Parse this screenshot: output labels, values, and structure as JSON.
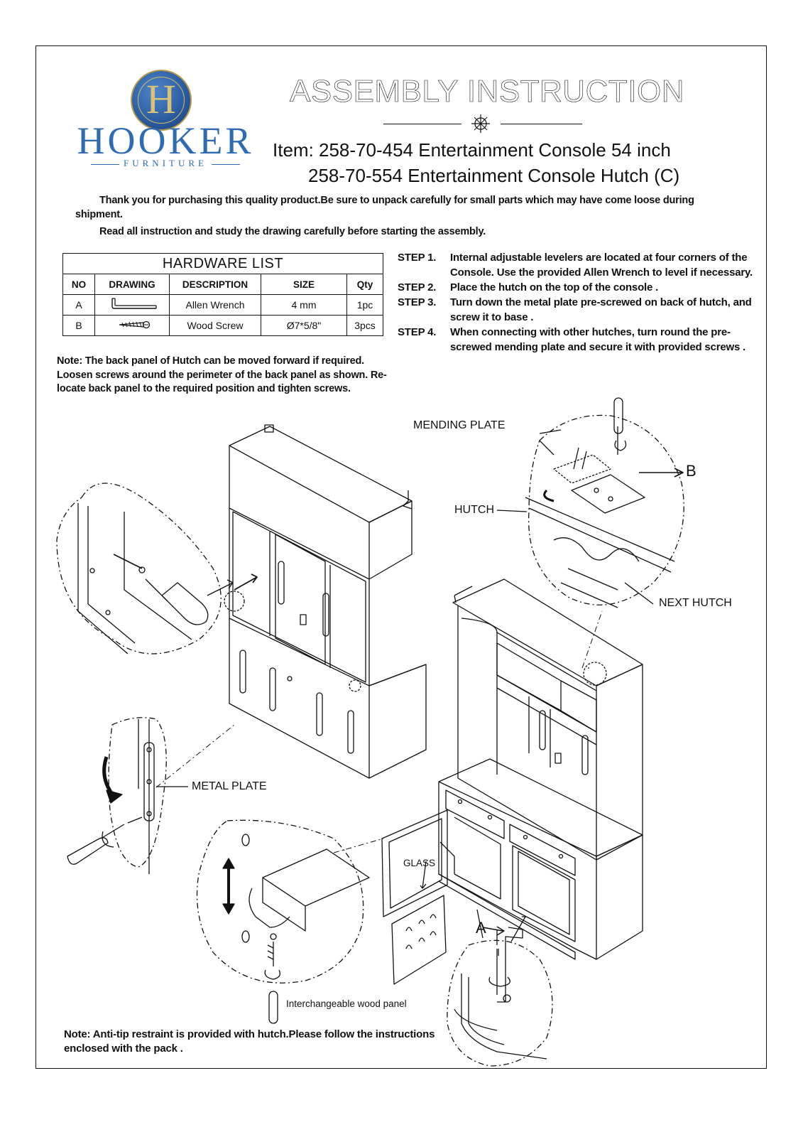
{
  "logo": {
    "brand": "HOOKER",
    "sub": "FURNITURE",
    "mark": "H"
  },
  "header": {
    "title": "ASSEMBLY INSTRUCTION",
    "item_line1": "Item: 258-70-454 Entertainment Console 54 inch",
    "item_line2": "258-70-554 Entertainment Console Hutch (C)"
  },
  "intro": {
    "line1": "Thank you for purchasing this quality product.Be sure to unpack carefully for small parts which may have come loose during shipment.",
    "line2": "Read all instruction and study the drawing carefully before starting the assembly."
  },
  "hardware": {
    "caption": "HARDWARE  LIST",
    "headers": [
      "NO",
      "DRAWING",
      "DESCRIPTION",
      "SIZE",
      "Qty"
    ],
    "rows": [
      {
        "no": "A",
        "drawing": "allen-wrench-icon",
        "description": "Allen Wrench",
        "size": "4 mm",
        "qty": "1pc"
      },
      {
        "no": "B",
        "drawing": "wood-screw-icon",
        "description": "Wood Screw",
        "size": "Ø7*5/8\"",
        "qty": "3pcs"
      }
    ]
  },
  "steps": [
    {
      "label": "STEP 1.",
      "text": "Internal adjustable levelers are located at four corners of the Console. Use the provided Allen Wrench to level if necessary."
    },
    {
      "label": "STEP 2.",
      "text": "Place the hutch on the top of the console ."
    },
    {
      "label": "STEP 3.",
      "text": "Turn down the metal plate pre-screwed on back of hutch, and screw it to base ."
    },
    {
      "label": "STEP 4.",
      "text": "When connecting with other hutches,  turn round the pre-screwed mending plate and secure it with provided screws ."
    }
  ],
  "notes": {
    "back_panel": "Note: The back panel of Hutch can be moved forward if required. Loosen screws around the perimeter of the back panel as shown. Re-locate back panel to the required position and tighten screws.",
    "anti_tip": "Note: Anti-tip restraint is provided with hutch.Please follow the instructions enclosed with the pack ."
  },
  "labels": {
    "mending_plate": "MENDING   PLATE",
    "hutch": "HUTCH",
    "next_hutch": "NEXT HUTCH",
    "b": "B",
    "a": "A",
    "metal_plate": "METAL PLATE",
    "glass": "GLASS",
    "wood_panel": "Interchangeable wood panel"
  }
}
